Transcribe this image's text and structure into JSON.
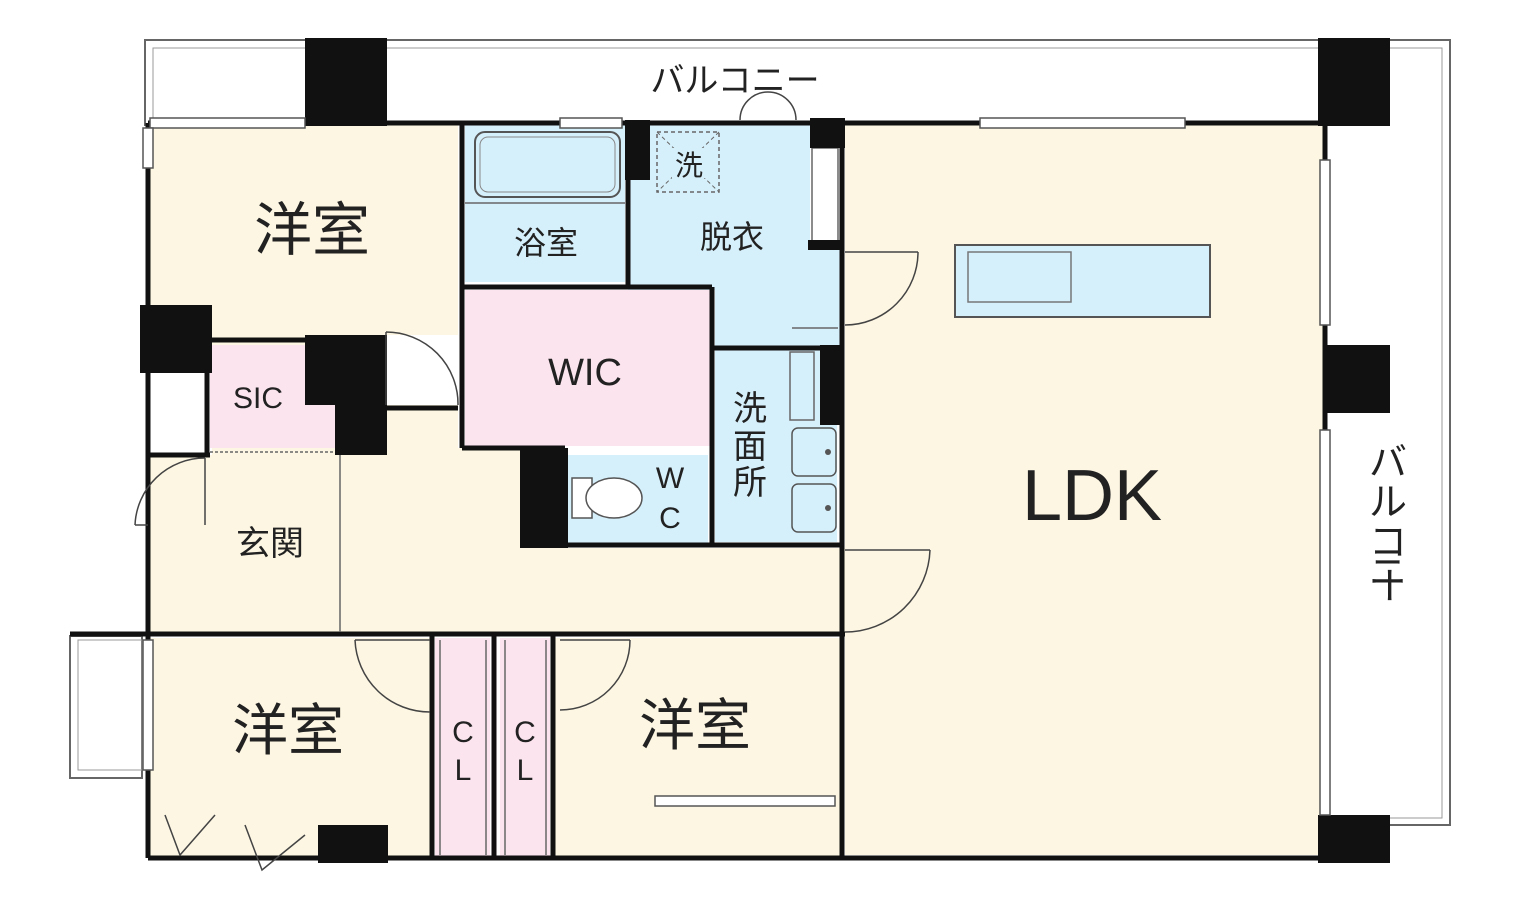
{
  "colors": {
    "wall": "#111111",
    "outline": "#333333",
    "balcony": "#ffffff",
    "dry_room": "#fdf6e3",
    "wet_room": "#d6f0fb",
    "closet": "#fbe4ee"
  },
  "labels": {
    "balcony_top": "バルコニー",
    "balcony_right_chars": [
      "バ",
      "ル",
      "コ",
      "ニ",
      "ー"
    ],
    "western_room_top": "洋室",
    "bath": "浴室",
    "dressing": "脱衣",
    "washer": "洗",
    "wic": "WIC",
    "sic": "SIC",
    "washroom_chars": [
      "洗",
      "面",
      "所"
    ],
    "wc_chars": [
      "W",
      "C"
    ],
    "entrance": "玄関",
    "ldk": "LDK",
    "western_room_bottom_left": "洋室",
    "western_room_bottom_right": "洋室",
    "closet_left_chars": [
      "C",
      "L"
    ],
    "closet_right_chars": [
      "C",
      "L"
    ]
  }
}
